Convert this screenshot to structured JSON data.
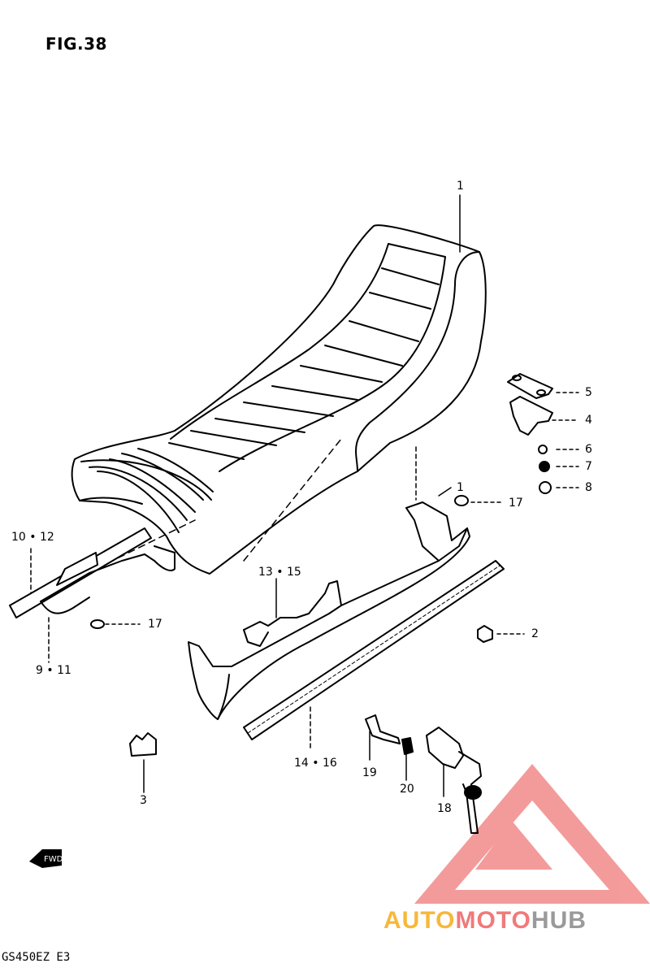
{
  "figure": {
    "title": "FIG.38",
    "model": "GS450EZ  E3"
  },
  "callouts": [
    {
      "id": "c1",
      "text": "1"
    },
    {
      "id": "c1b",
      "text": "1"
    },
    {
      "id": "c2",
      "text": "2"
    },
    {
      "id": "c3",
      "text": "3"
    },
    {
      "id": "c4",
      "text": "4"
    },
    {
      "id": "c5",
      "text": "5"
    },
    {
      "id": "c6",
      "text": "6"
    },
    {
      "id": "c7",
      "text": "7"
    },
    {
      "id": "c8",
      "text": "8"
    },
    {
      "id": "c9-11",
      "text": "9 • 11"
    },
    {
      "id": "c10-12",
      "text": "10 • 12"
    },
    {
      "id": "c13-15",
      "text": "13 • 15"
    },
    {
      "id": "c14-16",
      "text": "14 • 16"
    },
    {
      "id": "c17a",
      "text": "17"
    },
    {
      "id": "c17b",
      "text": "17"
    },
    {
      "id": "c18",
      "text": "18"
    },
    {
      "id": "c19",
      "text": "19"
    },
    {
      "id": "c20",
      "text": "20"
    }
  ],
  "fwd_arrow": {
    "text": "FWD",
    "icon": "forward-arrow-icon"
  },
  "watermark": {
    "part1": "AUTO",
    "part2": "MOTO",
    "part3": "HUB",
    "colors": {
      "auto": "#f6b83a",
      "moto": "#f07a7a",
      "hub": "#9a9a9a",
      "logo": "#f07a7a"
    }
  }
}
